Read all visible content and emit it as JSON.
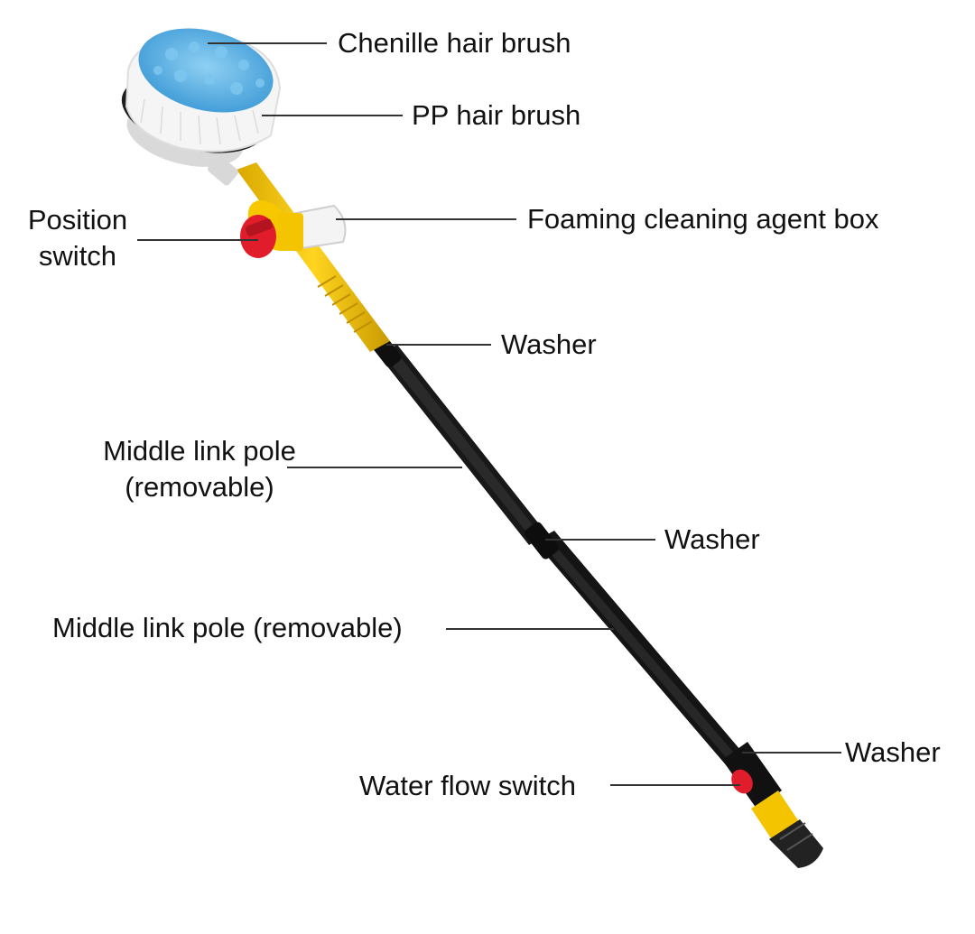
{
  "labels": {
    "chenille": "Chenille hair brush",
    "pp": "PP hair brush",
    "position_l1": "Position",
    "position_l2": "switch",
    "foaming": "Foaming cleaning agent box",
    "washer_top": "Washer",
    "middle_pole_1_l1": "Middle link pole",
    "middle_pole_1_l2": "(removable)",
    "washer_mid": "Washer",
    "middle_pole_2": "Middle link pole (removable)",
    "washer_bottom": "Washer",
    "water_flow": "Water flow switch"
  },
  "colors": {
    "chenille_blue": "#5ab4e6",
    "pp_bristle": "#f4f4f4",
    "yellow": "#f5c400",
    "red": "#e21d2b",
    "pole_black": "#151515",
    "leader_line": "#333333"
  }
}
